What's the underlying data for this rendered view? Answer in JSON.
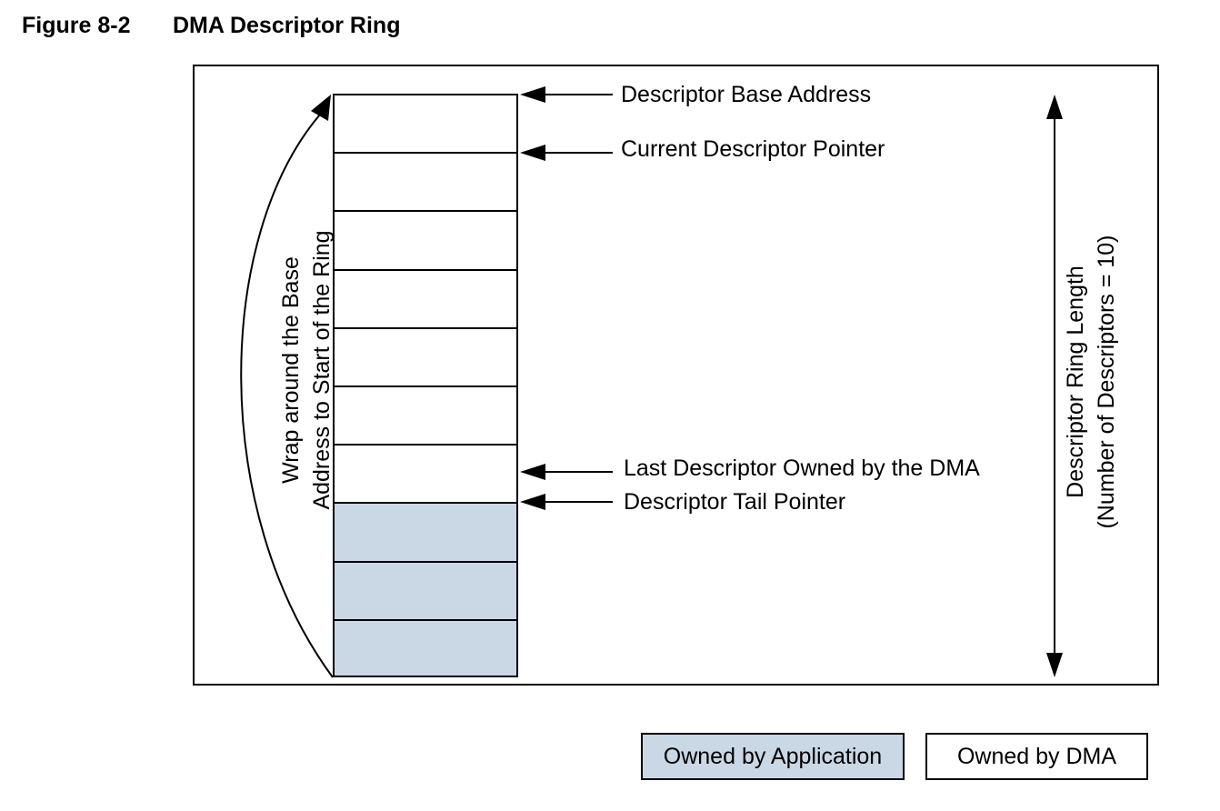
{
  "figure": {
    "number": "Figure 8-2",
    "title": "DMA Descriptor Ring"
  },
  "ring": {
    "descriptor_count": 10,
    "owned_by_application_count": 3,
    "owned_by_dma_count": 7
  },
  "pointers": {
    "base_address": "Descriptor Base Address",
    "current_pointer": "Current Descriptor Pointer",
    "last_owned_by_dma": "Last Descriptor Owned by the DMA",
    "tail_pointer": "Descriptor Tail Pointer"
  },
  "wrap_label": {
    "line1": "Wrap around the Base",
    "line2": "Address to Start of the Ring"
  },
  "length_label": {
    "line1": "Descriptor Ring Length",
    "line2": "(Number of Descriptors = 10)"
  },
  "legend": {
    "application": "Owned by Application",
    "dma": "Owned by DMA"
  },
  "colors": {
    "owned_by_application": "#cad7e5",
    "owned_by_dma": "#ffffff",
    "line": "#000000"
  }
}
